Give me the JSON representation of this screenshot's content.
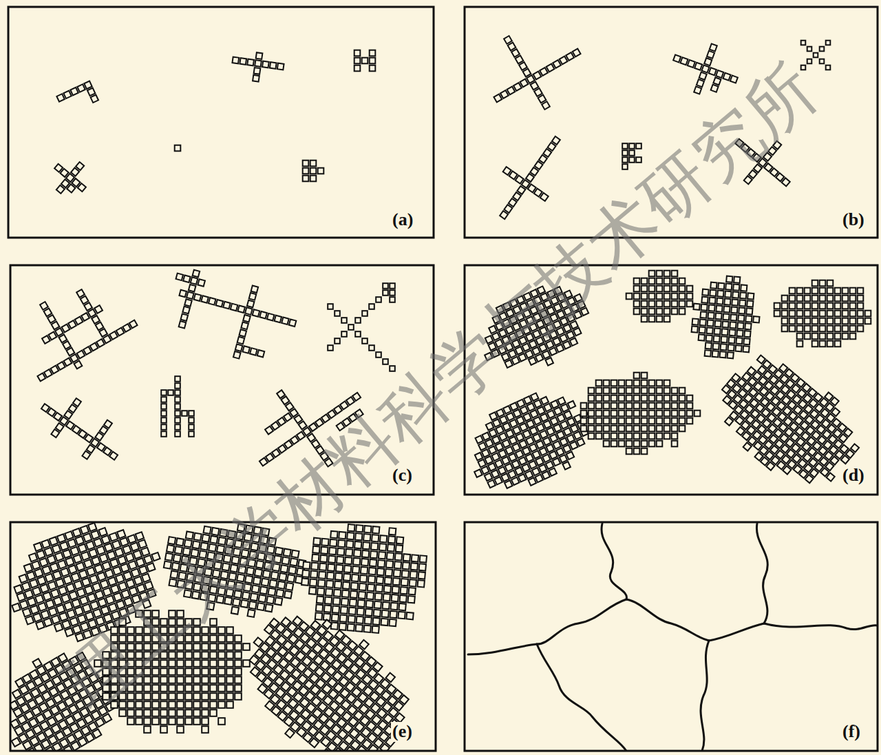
{
  "diagram": {
    "labels": [
      "(a)",
      "(b)",
      "(c)",
      "(d)",
      "(e)",
      "(f)",
      "理工大学材料科学与技术研究所"
    ]
  }
}
